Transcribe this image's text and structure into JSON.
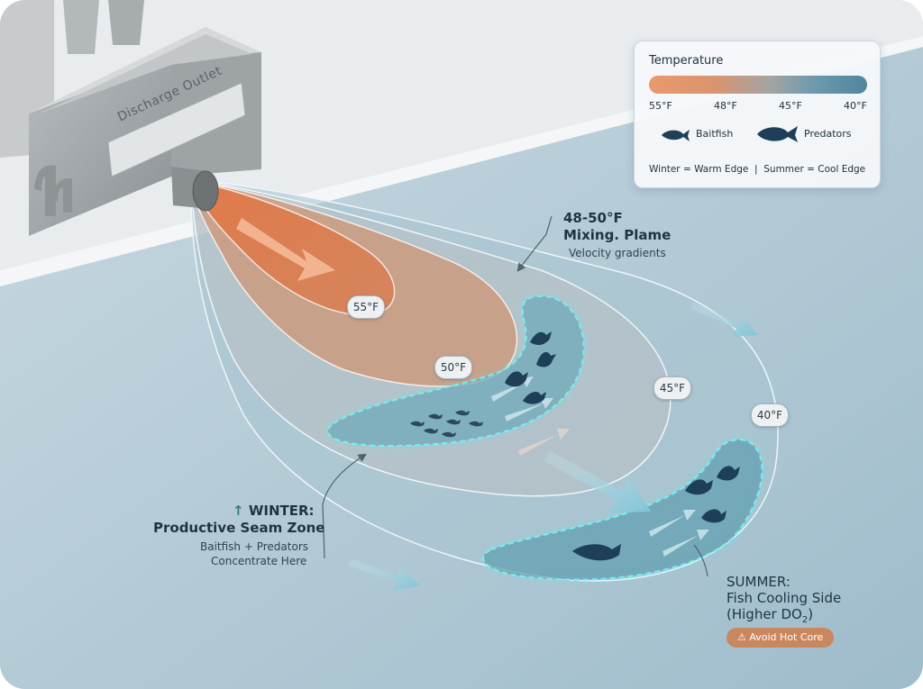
{
  "outlet": {
    "label": "Discharge Outlet"
  },
  "legend": {
    "title": "Temperature",
    "ticks": [
      "55°F",
      "48°F",
      "45°F",
      "40°F"
    ],
    "baitfish_label": "Baitfish",
    "predators_label": "Predators",
    "footer": "Winter = Warm Edge  |  Summer = Cool Edge",
    "gradient_colors": [
      "#e89a6b",
      "#4f859d"
    ]
  },
  "zones": {
    "z55": "55°F",
    "z50": "50°F",
    "z45": "45°F",
    "z40": "40°F"
  },
  "mixing": {
    "title_line1": "48-50°F",
    "title_line2": "Mixing. Plame",
    "subtitle": "Velocity gradients"
  },
  "winter": {
    "arrow": "↑",
    "title_line1": "WINTER:",
    "title_line2": "Productive Seam Zone",
    "note_line1": "Baitfish + Predators",
    "note_line2": "Concentrate Here"
  },
  "summer": {
    "title_line1": "SUMMER:",
    "title_line2": "Fish Cooling Side",
    "title_line3": "(Higher DO",
    "subscript": "2",
    "title_line3_end": ")",
    "warning": "Avoid Hot Core",
    "warning_icon": "warning-triangle-icon"
  },
  "colors": {
    "warm": "#d9784a",
    "cool": "#4d8aa2",
    "seam": "#57e2e6",
    "text": "#1f3443"
  }
}
